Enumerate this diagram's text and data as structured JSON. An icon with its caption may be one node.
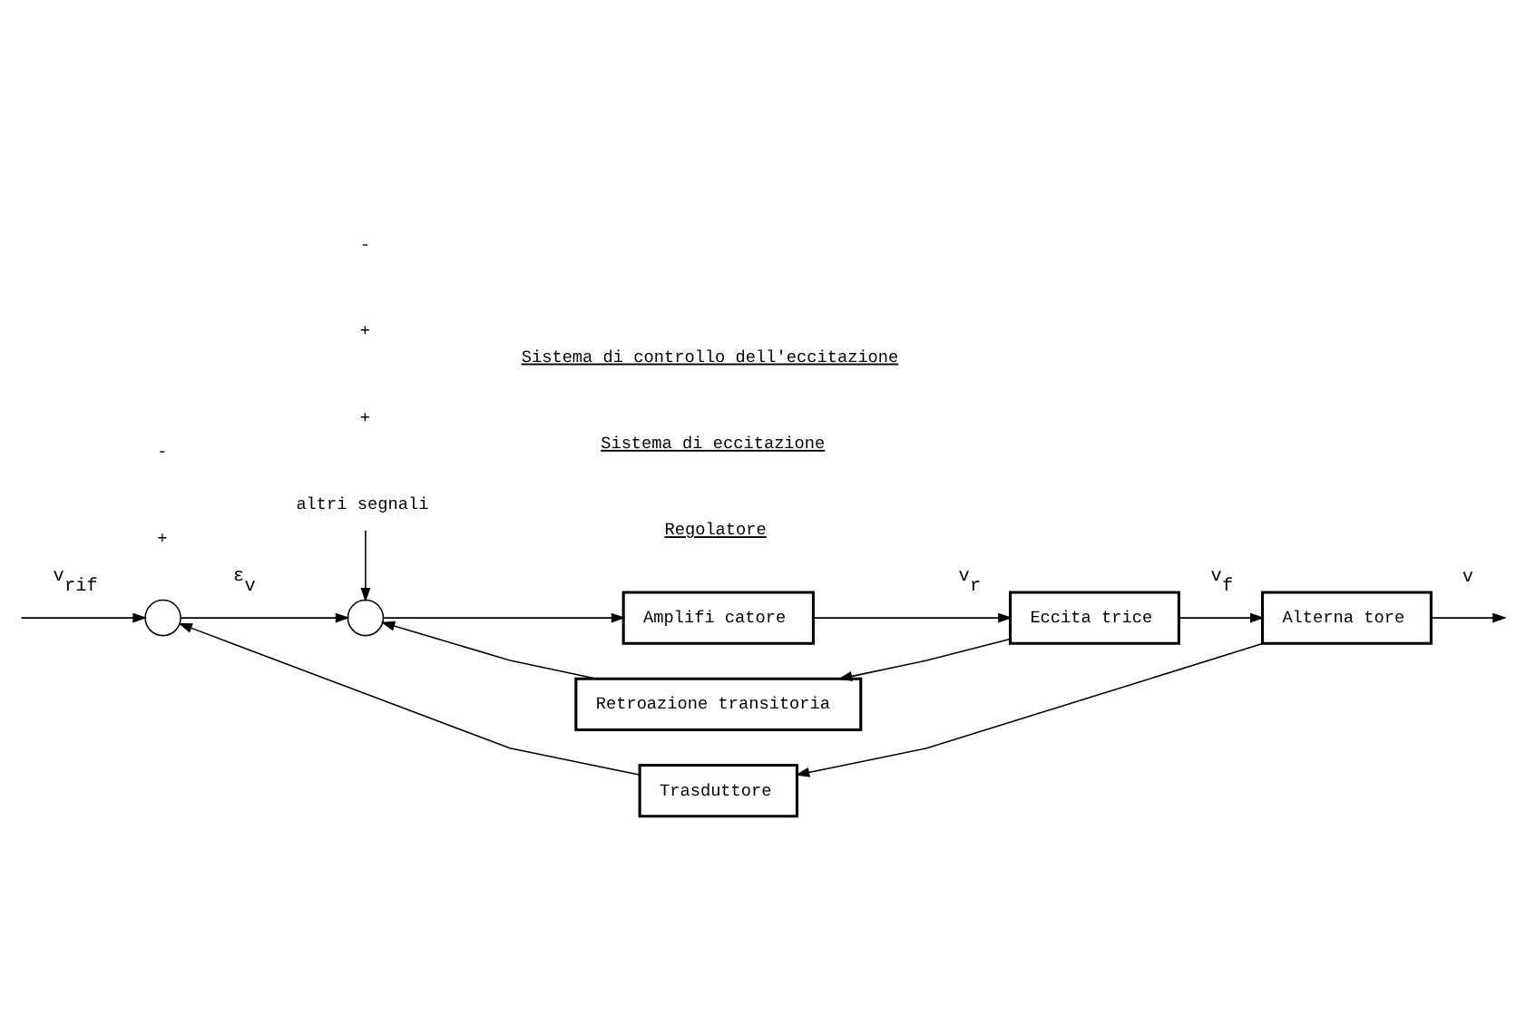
{
  "diagram": {
    "nodes": [
      {
        "text": [
          "altri segnali"
        ]
      },
      {
        "text": [],
        "shape": "circle"
      },
      {
        "text": [],
        "shape": "circle"
      },
      {
        "text": [
          "Amplifi catore"
        ]
      },
      {
        "text": [
          "Eccita trice"
        ]
      },
      {
        "text": [
          "Alterna tore"
        ]
      },
      {
        "text": [
          "Retroazione transitoria"
        ]
      },
      {
        "text": [
          "Trasduttore"
        ]
      }
    ],
    "edges": [
      {
        "from": null,
        "to": 1,
        "arrow": "to",
        "label": "v$_{rif}$"
      },
      {
        "from": 1,
        "to": 2,
        "arrow": "to",
        "label": "ε$_{v}$"
      },
      {
        "from": 0,
        "to": 2,
        "arrow": "to"
      },
      {
        "from": 2,
        "to": 3,
        "arrow": "to"
      },
      {
        "from": 3,
        "to": 4,
        "arrow": "to",
        "label": "v$_{r}$"
      },
      {
        "from": 4,
        "to": 5,
        "arrow": "to",
        "label": "v$_{f}$"
      },
      {
        "from": 5,
        "to": null,
        "arrow": "to",
        "label": "v"
      },
      {
        "from": 4,
        "to": 6,
        "arrow": "to"
      },
      {
        "from": 6,
        "to": 2,
        "arrow": "to"
      },
      {
        "from": 5,
        "to": 7,
        "arrow": "to"
      },
      {
        "from": 7,
        "to": 1,
        "arrow": "to"
      }
    ],
    "labels": [
      "+",
      "-",
      "+",
      "+",
      "-",
      "Regolatore",
      "Sistema di eccitazione",
      "Sistema di controllo dell'eccitazione"
    ]
  }
}
